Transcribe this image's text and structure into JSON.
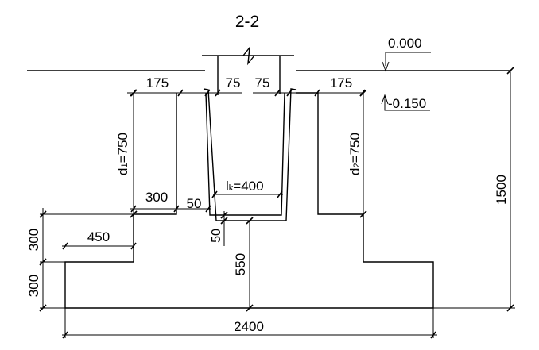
{
  "title": "2-2",
  "levels": {
    "top": "0.000",
    "step": "-0.150"
  },
  "dims": {
    "w175_left": "175",
    "w75_left": "75",
    "w75_right": "75",
    "w175_right": "175",
    "d1_main": "d",
    "d1_sub": "1",
    "d1_val": "=750",
    "d2_main": "d",
    "d2_sub": "2",
    "d2_val": "=750",
    "w300": "300",
    "w50": "50",
    "lk_main": "l",
    "lk_sub": "k",
    "lk_val": "=400",
    "w450": "450",
    "v300_upper": "300",
    "v300_lower": "300",
    "v50": "50",
    "v550": "550",
    "total_height": "1500",
    "total_width": "2400"
  }
}
